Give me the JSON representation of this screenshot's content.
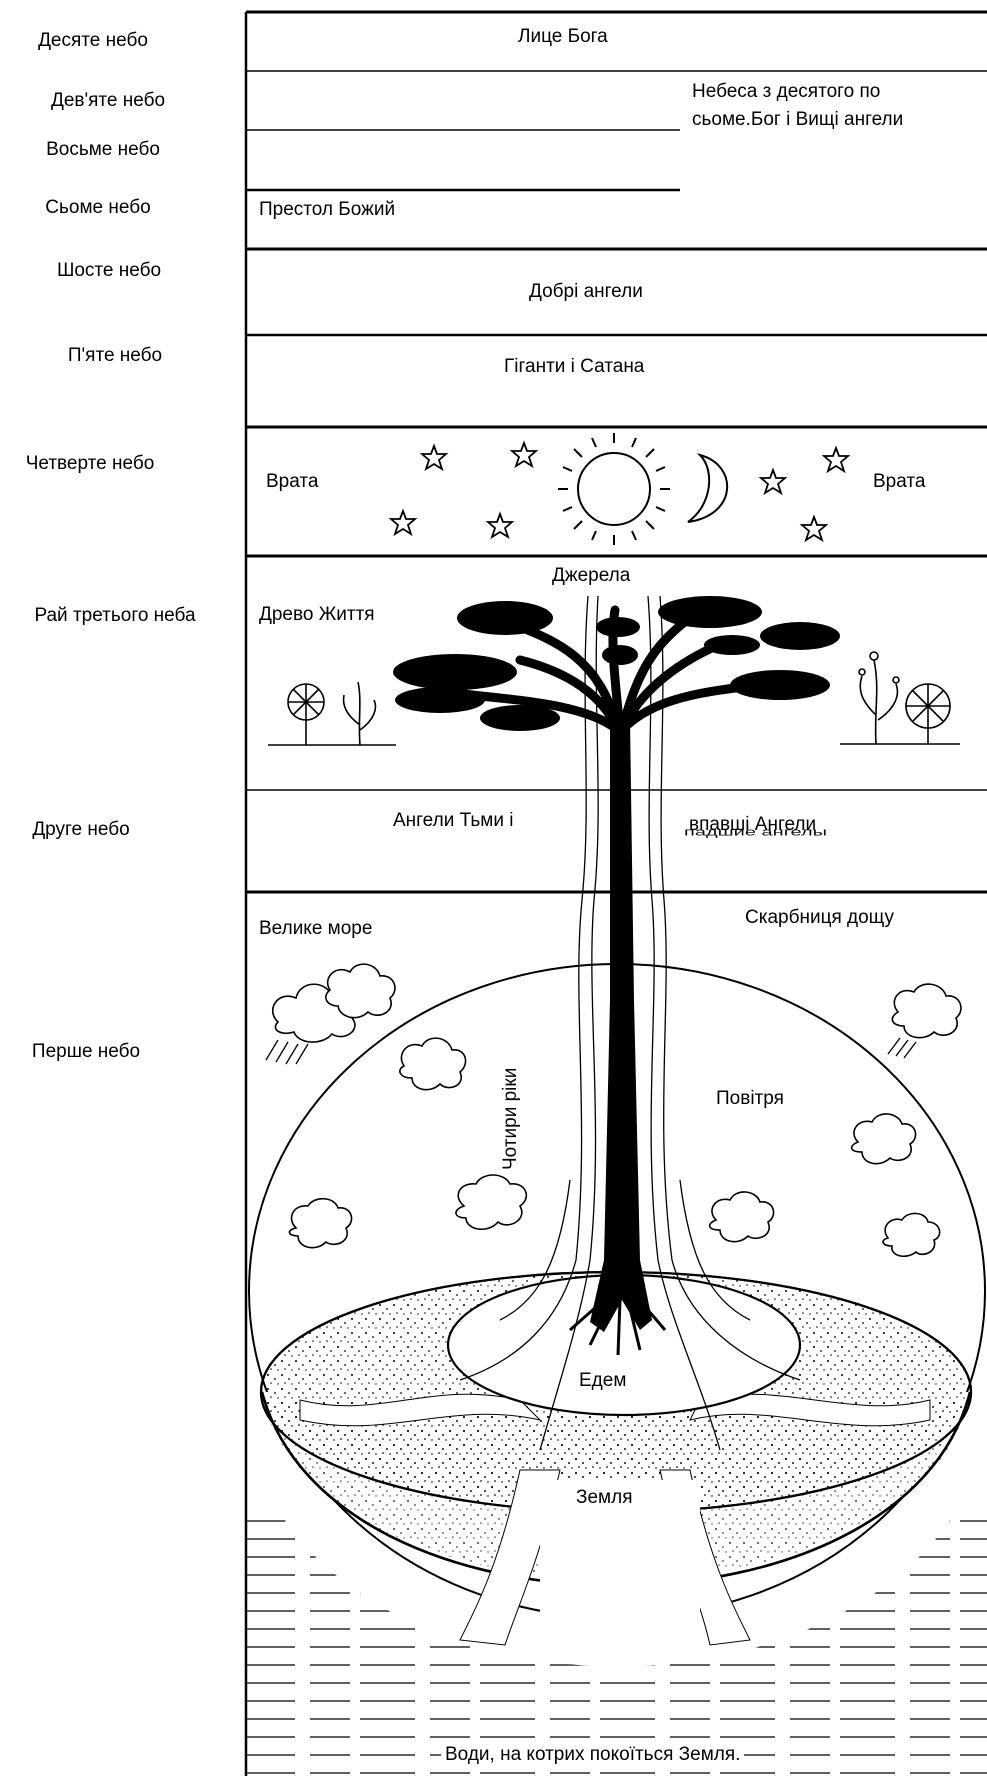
{
  "heavens": [
    {
      "name": "Десяте небо"
    },
    {
      "name": "Дев'яте небо"
    },
    {
      "name": "Восьме небо"
    },
    {
      "name": "Сьоме небо"
    },
    {
      "name": "Шосте небо"
    },
    {
      "name": "П'яте небо"
    },
    {
      "name": "Четверте небо"
    },
    {
      "name": "Рай третього неба"
    },
    {
      "name": "Друге небо"
    },
    {
      "name": "Перше небо"
    }
  ],
  "labels": {
    "face_of_god": "Лице Бога",
    "upper_heavens_note": "Небеса з десятого по сьоме.Бог і Вищі ангели",
    "throne": "Престол Божий",
    "good_angels": "Добрі ангели",
    "giants_satan": "Гіганти і Сатана",
    "gates_left": "Врата",
    "gates_right": "Врата",
    "springs": "Джерела",
    "tree_of_life": "Древо Життя",
    "dark_angels": "Ангели Тьми і",
    "fallen_angels": "впавші Ангели",
    "fallen_angels_overlap": "падшие ангелы",
    "great_sea": "Велике море",
    "rain_treasury": "Скарбниця дощу",
    "four_rivers": "Чотири ріки",
    "air": "Повітря",
    "eden": "Едем",
    "earth": "Земля",
    "waters": "Води, на котрих покоїться Земля."
  },
  "icons": [
    "star-icon",
    "sun-icon",
    "moon-icon",
    "cloud-icon",
    "flower-icon",
    "tree-icon"
  ]
}
